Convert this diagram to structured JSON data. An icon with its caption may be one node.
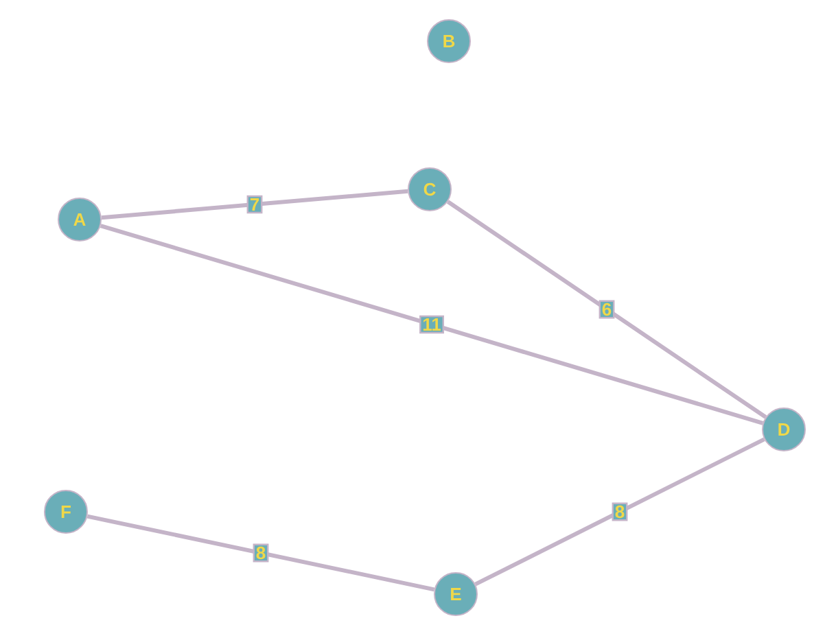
{
  "diagram": {
    "nodes": [
      {
        "text": [
          "A"
        ]
      },
      {
        "text": [
          "B"
        ]
      },
      {
        "text": [
          "C"
        ]
      },
      {
        "text": [
          "D"
        ]
      },
      {
        "text": [
          "E"
        ]
      },
      {
        "text": [
          "F"
        ]
      }
    ],
    "edges": [
      {
        "from": 0,
        "to": 2,
        "arrow": "none",
        "label": "7"
      },
      {
        "from": 0,
        "to": 3,
        "arrow": "none",
        "label": "11"
      },
      {
        "from": 2,
        "to": 3,
        "arrow": "none",
        "label": "6"
      },
      {
        "from": 3,
        "to": 4,
        "arrow": "none",
        "label": "8"
      },
      {
        "from": 5,
        "to": 4,
        "arrow": "none",
        "label": "8"
      }
    ]
  }
}
